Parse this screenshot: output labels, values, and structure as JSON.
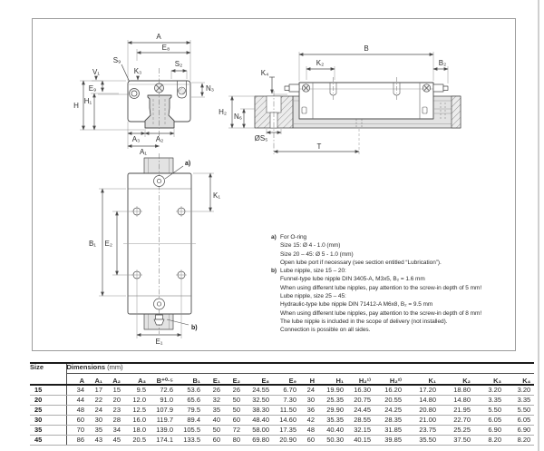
{
  "colors": {
    "line": "#4a4a4a",
    "rail_fill": "#dcdcdc",
    "hatch_bg": "#ececec",
    "frame_border": "#9c9c9c"
  },
  "drawing": {
    "labels": {
      "front": {
        "A": "A",
        "E8": "E₈",
        "S9": "S₉",
        "V1": "V₁",
        "K3": "K₃",
        "S2": "S₂",
        "N3": "N₃",
        "E9": "E₉",
        "H": "H",
        "H1": "H₁",
        "A3": "A₃",
        "A2": "A₂",
        "A1": "A₁"
      },
      "side": {
        "B": "B",
        "K2": "K₂",
        "B2": "B₂",
        "K4": "K₄",
        "H2": "H₂",
        "N6": "N₆",
        "S5": "ØS₅",
        "T": "T"
      },
      "plan": {
        "a": "a)",
        "b": "b)",
        "K1": "K₁",
        "B1": "B₁",
        "E2": "E₂",
        "E1": "E₁"
      }
    },
    "notes": [
      {
        "tag": "a)",
        "text": "For O-ring"
      },
      {
        "tag": "",
        "text": "Size 15: Ø 4 - 1.0 (mm)"
      },
      {
        "tag": "",
        "text": "Size 20 – 45: Ø 5 - 1.0 (mm)"
      },
      {
        "tag": "",
        "text": "Open lube port if necessary (see section entitled “Lubrication”)."
      },
      {
        "tag": "b)",
        "text": "Lube nipple, size 15 – 20:"
      },
      {
        "tag": "",
        "text": "Funnel-type lube nipple DIN 3405-A, M3x5, B₂ = 1.6 mm"
      },
      {
        "tag": "",
        "text": "When using different lube nipples, pay attention to the screw-in depth of 5 mm!"
      },
      {
        "tag": "",
        "text": "Lube nipple, size 25 – 45:"
      },
      {
        "tag": "",
        "text": "Hydraulic-type lube nipple DIN 71412-A M6x8, B₂ = 9.5 mm"
      },
      {
        "tag": "",
        "text": "When using different lube nipples, pay attention to the screw-in depth of 8 mm!"
      },
      {
        "tag": "",
        "text": "The lube nipple is included in the scope of delivery (not installed)."
      },
      {
        "tag": "",
        "text": "Connection is possible on all sides."
      }
    ]
  },
  "table": {
    "size_header": "Size",
    "dims_header": "Dimensions",
    "dims_unit": "(mm)",
    "columns": [
      "A",
      "A₁",
      "A₂",
      "A₃",
      "B⁺⁰·⁵",
      "B₁",
      "E₁",
      "E₂",
      "E₈",
      "E₉",
      "H",
      "H₁",
      "H₂¹⁾",
      "H₂²⁾",
      "K₁",
      "K₂",
      "K₃",
      "K₄"
    ],
    "rows": [
      {
        "size": "15",
        "values": [
          "34",
          "17",
          "15",
          "9.5",
          "72.6",
          "53.6",
          "26",
          "26",
          "24.55",
          "6.70",
          "24",
          "19.90",
          "16.30",
          "16.20",
          "17.20",
          "18.80",
          "3.20",
          "3.20"
        ]
      },
      {
        "size": "20",
        "values": [
          "44",
          "22",
          "20",
          "12.0",
          "91.0",
          "65.6",
          "32",
          "50",
          "32.50",
          "7.30",
          "30",
          "25.35",
          "20.75",
          "20.55",
          "14.80",
          "14.80",
          "3.35",
          "3.35"
        ]
      },
      {
        "size": "25",
        "values": [
          "48",
          "24",
          "23",
          "12.5",
          "107.9",
          "79.5",
          "35",
          "50",
          "38.30",
          "11.50",
          "36",
          "29.90",
          "24.45",
          "24.25",
          "20.80",
          "21.95",
          "5.50",
          "5.50"
        ]
      },
      {
        "size": "30",
        "values": [
          "60",
          "30",
          "28",
          "16.0",
          "119.7",
          "89.4",
          "40",
          "60",
          "48.40",
          "14.60",
          "42",
          "35.35",
          "28.55",
          "28.35",
          "21.00",
          "22.70",
          "6.05",
          "6.05"
        ]
      },
      {
        "size": "35",
        "values": [
          "70",
          "35",
          "34",
          "18.0",
          "139.0",
          "105.5",
          "50",
          "72",
          "58.00",
          "17.35",
          "48",
          "40.40",
          "32.15",
          "31.85",
          "23.75",
          "25.25",
          "6.90",
          "6.90"
        ]
      },
      {
        "size": "45",
        "values": [
          "86",
          "43",
          "45",
          "20.5",
          "174.1",
          "133.5",
          "60",
          "80",
          "69.80",
          "20.90",
          "60",
          "50.30",
          "40.15",
          "39.85",
          "35.50",
          "37.50",
          "8.20",
          "8.20"
        ]
      }
    ]
  }
}
